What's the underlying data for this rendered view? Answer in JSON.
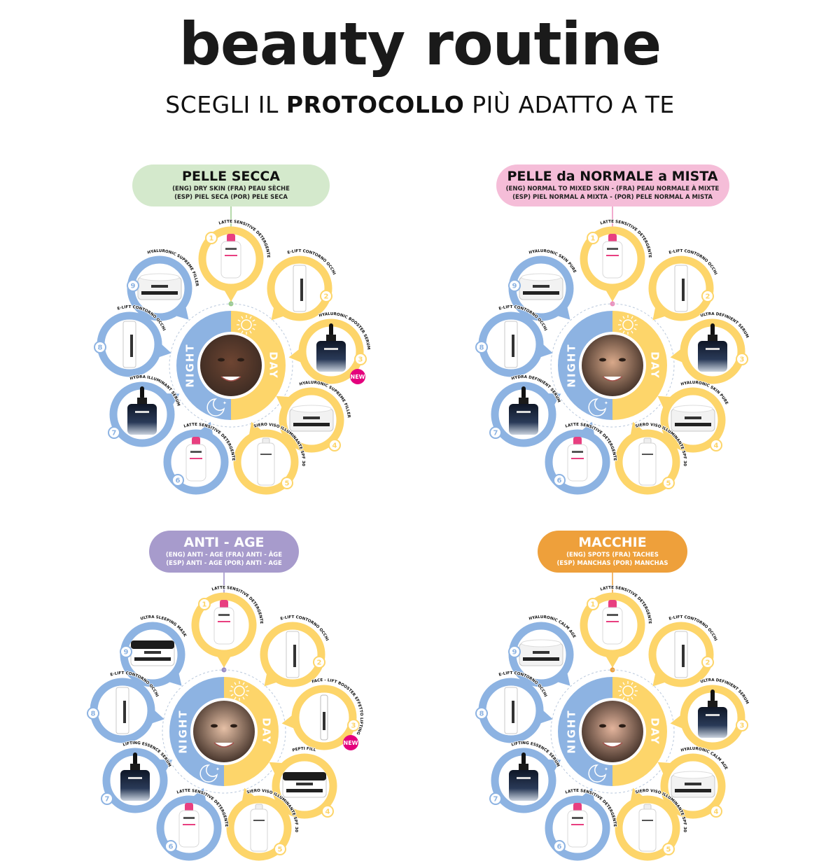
{
  "title": "beauty routine",
  "subtitle": {
    "pre": "SCEGLI IL ",
    "bold": "PROTOCOLLO",
    "post": " PIÙ ADATTO A TE"
  },
  "labels": {
    "night": "NIGHT",
    "day": "DAY",
    "new": "NEW"
  },
  "colors": {
    "night": "#8db3e2",
    "day": "#fdd56a",
    "new": "#e4007d"
  },
  "protocols": [
    {
      "title": "PELLE SECCA",
      "lines": [
        "(ENG) DRY SKIN (FRA) PEAU SÈCHE",
        "(ESP) PIEL SECA (POR) PELE SECA"
      ],
      "color": "#d4e9cc",
      "accent": "#9ccc8e",
      "light": false,
      "skin": "#6e4532",
      "new_step": 3,
      "products": [
        {
          "n": "1",
          "name": "LATTE SENSITIVE DETERGENTE",
          "icon": "bottle"
        },
        {
          "n": "2",
          "name": "E-LIFT CONTORNO OCCHI",
          "icon": "tube"
        },
        {
          "n": "3",
          "name": "HYALURONIC BOOSTER SERUM",
          "icon": "dropper"
        },
        {
          "n": "4",
          "name": "HYALURONIC SUPREME FILLER",
          "icon": "jar"
        },
        {
          "n": "5",
          "name": "SIERO VISO ILLUMINANTE SPF 30",
          "icon": "spray"
        },
        {
          "n": "6",
          "name": "LATTE SENSITIVE DETERGENTE",
          "icon": "bottle"
        },
        {
          "n": "7",
          "name": "HYDRA ILLUMINANT SERUM",
          "icon": "dropper"
        },
        {
          "n": "8",
          "name": "E-LIFT CONTORNO OCCHI",
          "icon": "tube"
        },
        {
          "n": "9",
          "name": "HYALURONIC SUPREME FILLER",
          "icon": "jar"
        }
      ]
    },
    {
      "title": "PELLE da NORMALE a MISTA",
      "lines": [
        "(ENG) NORMAL TO MIXED SKIN - (FRA) PEAU NORMALE À MIXTE",
        "(ESP) PIEL NORMAL A MIXTA - (POR) PELE NORMAL A MISTA"
      ],
      "color": "#f5bdd8",
      "accent": "#ee8fbd",
      "light": false,
      "skin": "#d9a98a",
      "new_step": null,
      "products": [
        {
          "n": "1",
          "name": "LATTE SENSITIVE DETERGENTE",
          "icon": "bottle"
        },
        {
          "n": "2",
          "name": "E-LIFT CONTORNO OCCHI",
          "icon": "tube"
        },
        {
          "n": "3",
          "name": "ULTRA DEFINIENT SERUM",
          "icon": "dropper"
        },
        {
          "n": "4",
          "name": "HYALURONIC SKIN PURE",
          "icon": "jar"
        },
        {
          "n": "5",
          "name": "SIERO VISO ILLUMINANTE SPF 30",
          "icon": "spray"
        },
        {
          "n": "6",
          "name": "LATTE SENSITIVE DETERGENTE",
          "icon": "bottle"
        },
        {
          "n": "7",
          "name": "HYDRA DEFINIENT SERUM",
          "icon": "dropper"
        },
        {
          "n": "8",
          "name": "E-LIFT CONTORNO OCCHI",
          "icon": "tube"
        },
        {
          "n": "9",
          "name": "HYALURONIC SKIN PURE",
          "icon": "jar"
        }
      ]
    },
    {
      "title": "ANTI - AGE",
      "lines": [
        "(ENG) ANTI - AGE (FRA) ANTI - ÂGE",
        "(ESP) ANTI - AGE (POR) ANTI - AGE"
      ],
      "color": "#a79bcc",
      "accent": "#9a8cc6",
      "light": true,
      "skin": "#e6c0a6",
      "new_step": 3,
      "products": [
        {
          "n": "1",
          "name": "LATTE SENSITIVE DETERGENTE",
          "icon": "bottle"
        },
        {
          "n": "2",
          "name": "E-LIFT CONTORNO OCCHI",
          "icon": "tube"
        },
        {
          "n": "3",
          "name": "FACE - LIFT BOOSTER EFFETTO LIFTING",
          "icon": "ampoule"
        },
        {
          "n": "4",
          "name": "PEPTI FILL",
          "icon": "dark-jar"
        },
        {
          "n": "5",
          "name": "SIERO VISO ILLUMINANTE SPF 30",
          "icon": "spray"
        },
        {
          "n": "6",
          "name": "LATTE SENSITIVE DETERGENTE",
          "icon": "bottle"
        },
        {
          "n": "7",
          "name": "LIFTING ESSENCE SERUM",
          "icon": "dropper"
        },
        {
          "n": "8",
          "name": "E-LIFT CONTORNO OCCHI",
          "icon": "tube"
        },
        {
          "n": "9",
          "name": "ULTRA SLEEPING MASK",
          "icon": "dark-jar"
        }
      ]
    },
    {
      "title": "MACCHIE",
      "lines": [
        "(ENG) SPOTS (FRA) TACHES",
        "(ESP) MANCHAS (POR) MANCHAS"
      ],
      "color": "#eea03b",
      "accent": "#eea03b",
      "light": true,
      "skin": "#e3b49c",
      "new_step": null,
      "products": [
        {
          "n": "1",
          "name": "LATTE SENSITIVE DETERGENTE",
          "icon": "bottle"
        },
        {
          "n": "2",
          "name": "E-LIFT CONTORNO OCCHI",
          "icon": "tube"
        },
        {
          "n": "3",
          "name": "ULTRA DEFINIENT SERUM",
          "icon": "dropper"
        },
        {
          "n": "4",
          "name": "HYALURONIC CALM AGE",
          "icon": "jar"
        },
        {
          "n": "5",
          "name": "SIERO VISO ILLUMINANTE SPF 30",
          "icon": "spray"
        },
        {
          "n": "6",
          "name": "LATTE SENSITIVE DETERGENTE",
          "icon": "bottle"
        },
        {
          "n": "7",
          "name": "LIFTING ESSENCE SERUM",
          "icon": "dropper"
        },
        {
          "n": "8",
          "name": "E-LIFT CONTORNO OCCHI",
          "icon": "tube"
        },
        {
          "n": "9",
          "name": "HYALURONIC CALM AGE",
          "icon": "jar"
        }
      ]
    }
  ]
}
